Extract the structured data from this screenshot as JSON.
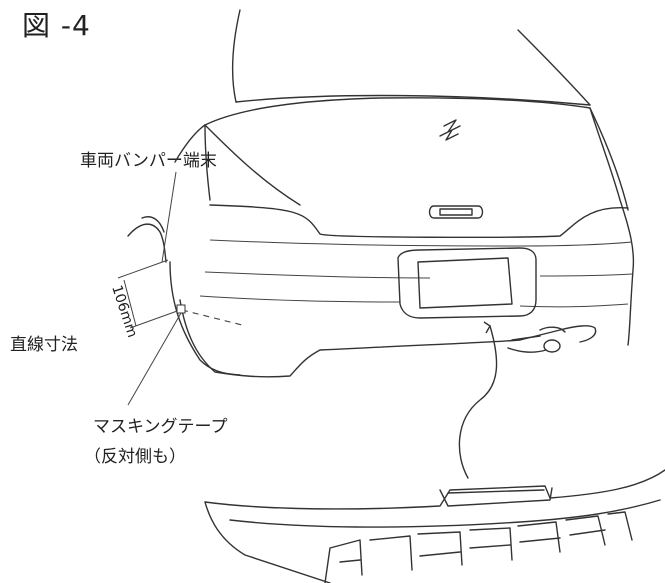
{
  "figure": {
    "title": "図 -4"
  },
  "labels": {
    "bumper_end": "車両バンパー端末",
    "dimension_value": "106mm",
    "straight_dimension": "直線寸法",
    "masking_tape": "マスキングテープ",
    "opposite_side": "（反対側も）"
  },
  "icons": {
    "emblem": "suzuki-emblem-icon"
  }
}
